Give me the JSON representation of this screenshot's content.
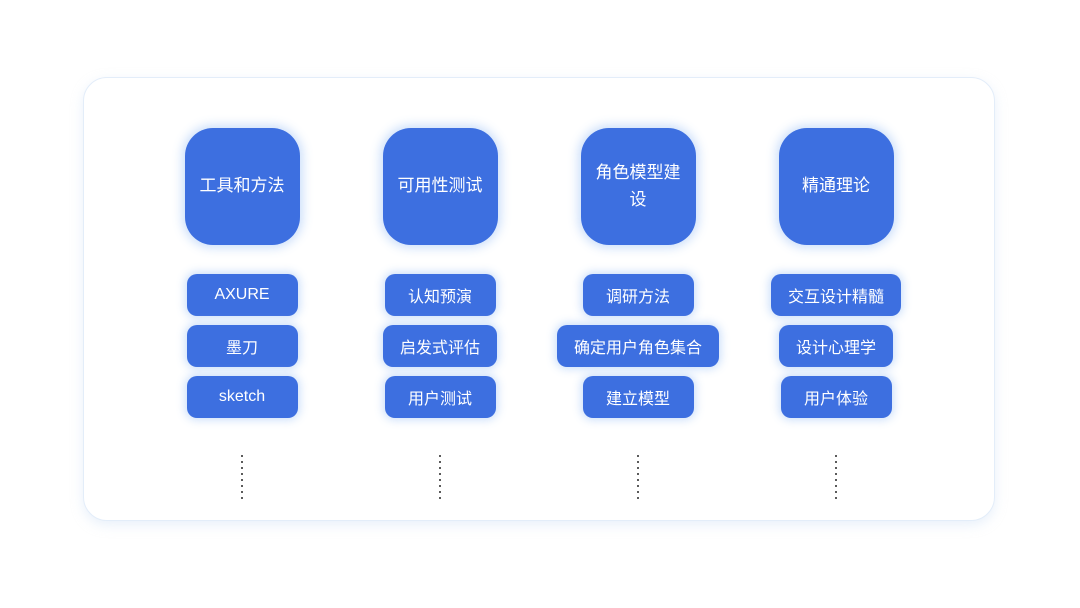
{
  "diagram": {
    "type": "skill-mindmap",
    "colors": {
      "primary_blue": "#3d6fe0",
      "box_text": "#ffffff",
      "box_glow": "#c6dcfa",
      "card_background": "#ffffff",
      "card_border": "#e3edf9",
      "dot_line": "#5b5b5b",
      "page_background": "#ffffff"
    },
    "columns": [
      {
        "header": "工具和方法",
        "items": [
          "AXURE",
          "墨刀",
          "sketch"
        ]
      },
      {
        "header": "可用性测试",
        "items": [
          "认知预演",
          "启发式评估",
          "用户测试"
        ]
      },
      {
        "header": "角色模型建设",
        "items": [
          "调研方法",
          "确定用户角色集合",
          "建立模型"
        ]
      },
      {
        "header": "精通理论",
        "items": [
          "交互设计精髓",
          "设计心理学",
          "用户体验"
        ]
      }
    ]
  }
}
